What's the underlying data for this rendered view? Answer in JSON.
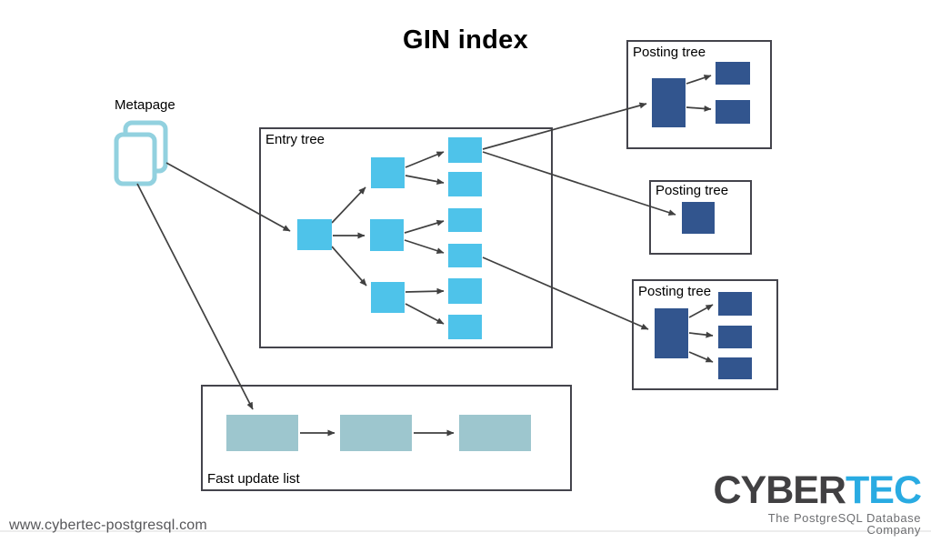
{
  "title": "GIN index",
  "diagram": {
    "metapage_label": "Metapage",
    "entry_tree": {
      "label": "Entry tree",
      "internal_nodes": 4,
      "leaf_nodes": 6
    },
    "posting_trees": [
      {
        "label": "Posting tree",
        "nodes": 3
      },
      {
        "label": "Posting tree",
        "nodes": 1
      },
      {
        "label": "Posting tree",
        "nodes": 4
      }
    ],
    "fast_update_list": {
      "label": "Fast update list",
      "pages": 3
    }
  },
  "footer": {
    "url": "www.cybertec-postgresql.com"
  },
  "logo": {
    "brand_gray": "CYBER",
    "brand_blue": "TEC",
    "tagline": "The PostgreSQL Database Company"
  },
  "colors": {
    "entry_node": "#4EC3EA",
    "posting_node": "#32558E",
    "fast_update_node": "#9DC6CE",
    "metapage_stroke": "#92D1DF",
    "line": "#404040",
    "box_border": "#44444C",
    "divider": "#DBDBDB",
    "logo_gray": "#414042",
    "logo_blue": "#29ABE2"
  }
}
